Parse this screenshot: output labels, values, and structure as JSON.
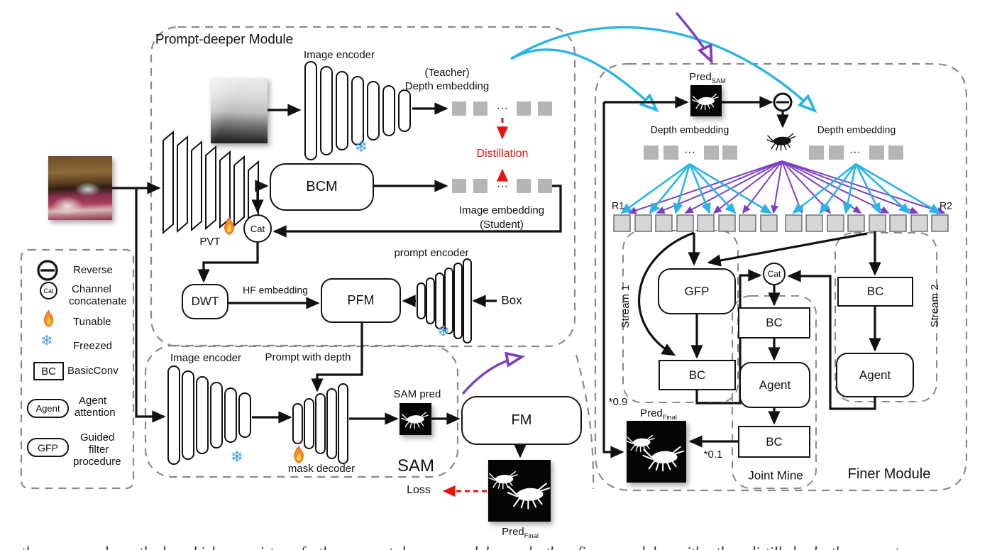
{
  "colors": {
    "cyan": "#2ab5e8",
    "purple": "#7d3fc0",
    "red": "#e8150f",
    "dash_gray": "#8a8a8a",
    "embed_square": "#b5b5b5",
    "token_square": "#d6d6d6",
    "snow_blue": "#4aa0e8"
  },
  "legend": {
    "reverse": "Reverse",
    "cat": "Cat",
    "channel_1": "Channel",
    "channel_2": "concatenate",
    "tunable": "Tunable",
    "freezed": "Freezed",
    "bc": "BC",
    "basicconv": "BasicConv",
    "agent": "Agent",
    "agent_attention_1": "Agent",
    "agent_attention_2": "attention",
    "gfp": "GFP",
    "guided_1": "Guided",
    "guided_2": "filter",
    "guided_3": "procedure"
  },
  "prompt_deeper": {
    "title": "Prompt-deeper Module",
    "image_encoder_label": "Image encoder",
    "teacher_label": "(Teacher)",
    "depth_embedding_label": "Depth embedding",
    "distillation_label": "Distillation",
    "bcm_label": "BCM",
    "image_embedding_label": "Image embedding",
    "student_label": "(Student)",
    "pvt_label": "PVT",
    "cat_label": "Cat",
    "dwt_label": "DWT",
    "hf_embedding_label": "HF embedding",
    "pfm_label": "PFM",
    "prompt_encoder_label": "prompt encoder",
    "box_label": "Box"
  },
  "sam_module": {
    "image_encoder_label": "Image encoder",
    "prompt_with_depth_label": "Prompt with depth",
    "mask_decoder_label": "mask decoder",
    "sam_pred_label": "SAM pred",
    "sam_label": "SAM",
    "fm_label": "FM",
    "loss_label": "Loss",
    "pred_label": "Pred",
    "pred_final_sub": "Final"
  },
  "finer_module": {
    "title": "Finer Module",
    "pred_label": "Pred",
    "pred_sam_sub": "SAM",
    "depth_embedding_left": "Depth embedding",
    "depth_embedding_right": "Depth embedding",
    "r1": "R1",
    "r2": "R2",
    "stream1": "Stream 1",
    "stream2": "Stream 2",
    "gfp_label": "GFP",
    "bc_label": "BC",
    "cat_label": "Cat",
    "agent_label": "Agent",
    "joint_mine_label": "Joint Mine",
    "weight_sam": "*0.9",
    "weight_joint": "*0.1",
    "pred_final_label": "Pred",
    "pred_final_sub": "Final"
  },
  "misc": {
    "ellipsis": "···",
    "snowflake_glyph": "❄",
    "caption_fragment": "the proposed method, which consists of the prompt-deeper module and the finer module with the distilled depth prompt"
  }
}
